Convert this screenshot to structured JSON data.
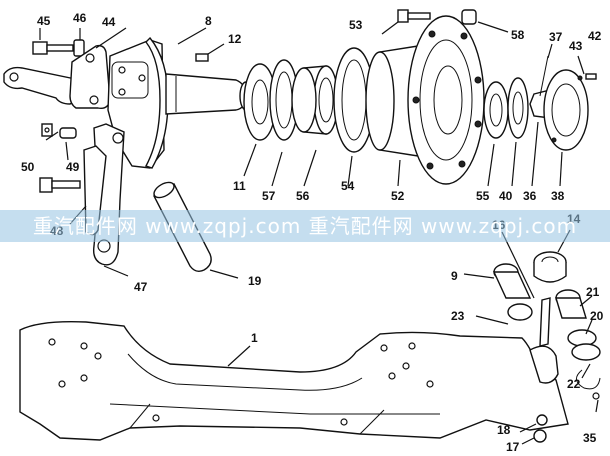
{
  "watermark": "重汽配件网 www.zqpj.com 重汽配件网 www.zqpj.com",
  "callouts": {
    "n1": "1",
    "n8": "8",
    "n9": "9",
    "n11": "11",
    "n12": "12",
    "n14": "14",
    "n16": "16",
    "n17": "17",
    "n18": "18",
    "n19": "19",
    "n20": "20",
    "n21": "21",
    "n22": "22",
    "n23": "23",
    "n35": "35",
    "n36": "36",
    "n37": "37",
    "n38": "38",
    "n40": "40",
    "n42": "42",
    "n43": "43",
    "n44": "44",
    "n45": "45",
    "n46": "46",
    "n47": "47",
    "n48": "48",
    "n49": "49",
    "n50": "50",
    "n52": "52",
    "n53": "53",
    "n54": "54",
    "n55": "55",
    "n56": "56",
    "n57": "57",
    "n58": "58"
  }
}
